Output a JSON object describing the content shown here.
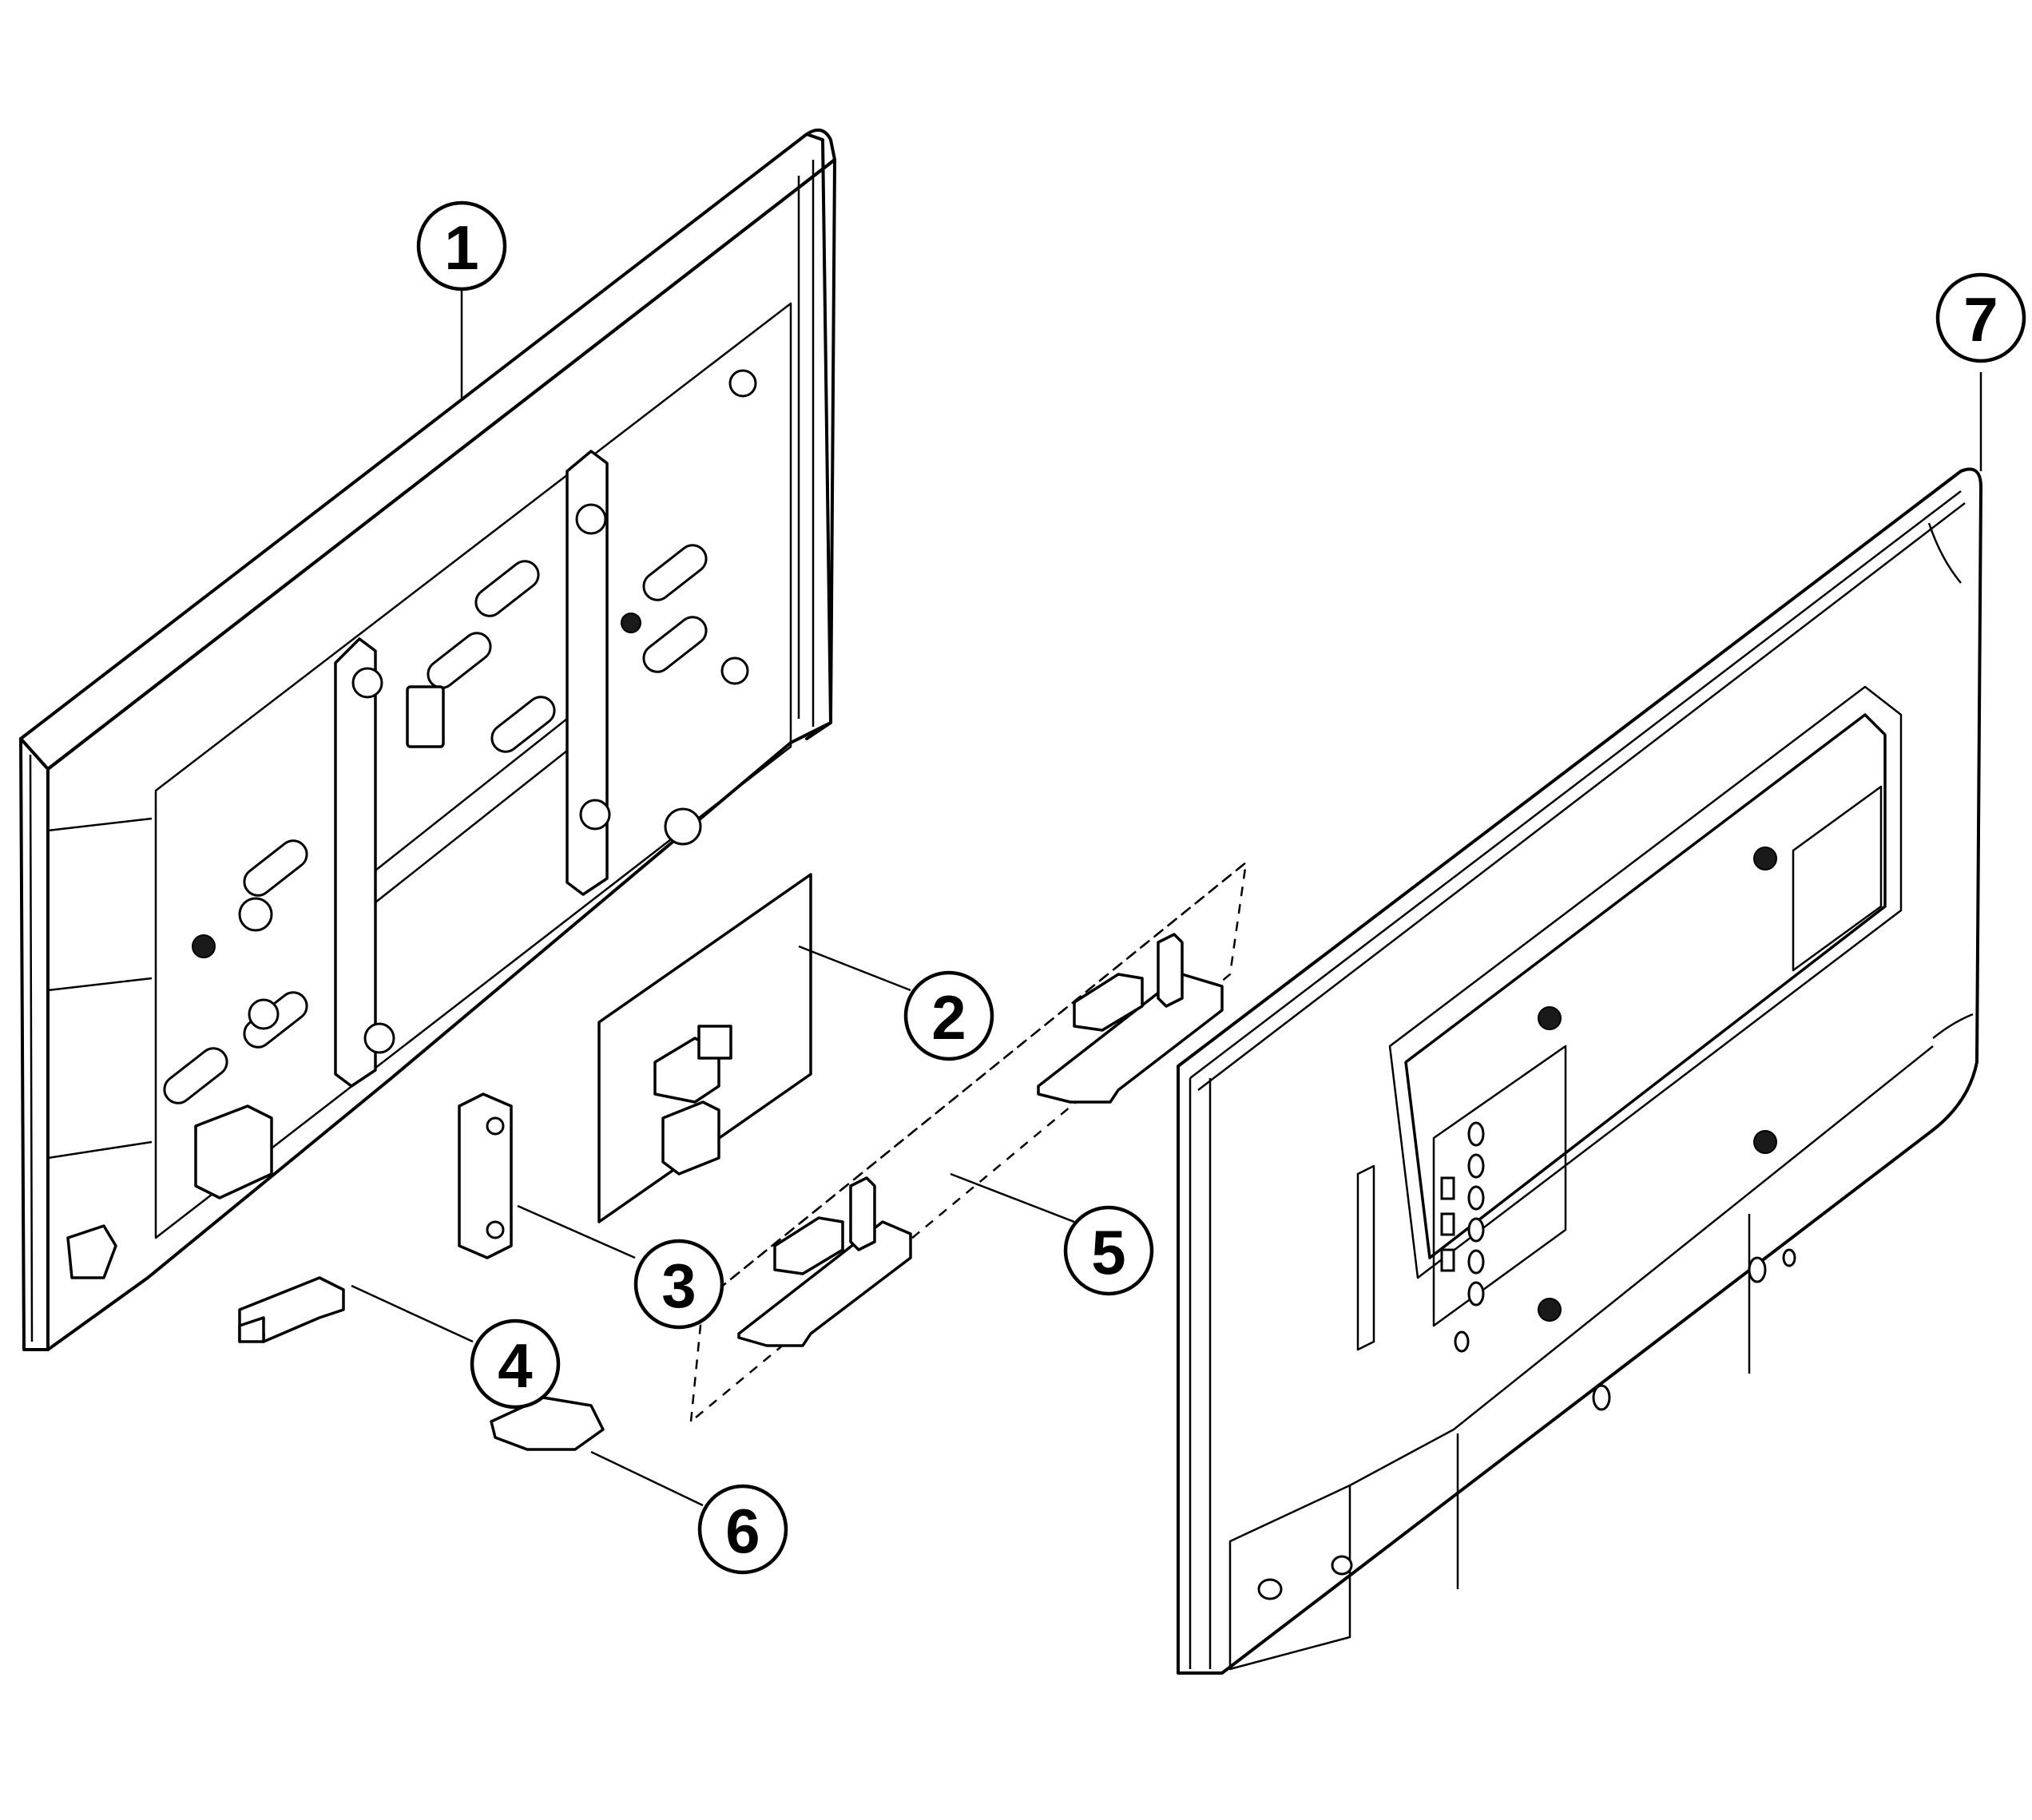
{
  "callouts": [
    {
      "id": "callout-1",
      "label": "1",
      "part": "front-cabinet-assembly"
    },
    {
      "id": "callout-2",
      "label": "2",
      "part": "main-board"
    },
    {
      "id": "callout-3",
      "label": "3",
      "part": "bracket"
    },
    {
      "id": "callout-4",
      "label": "4",
      "part": "small-bracket"
    },
    {
      "id": "callout-5",
      "label": "5",
      "part": "stand-hinge-assembly"
    },
    {
      "id": "callout-6",
      "label": "6",
      "part": "clip"
    },
    {
      "id": "callout-7",
      "label": "7",
      "part": "back-cover"
    }
  ]
}
